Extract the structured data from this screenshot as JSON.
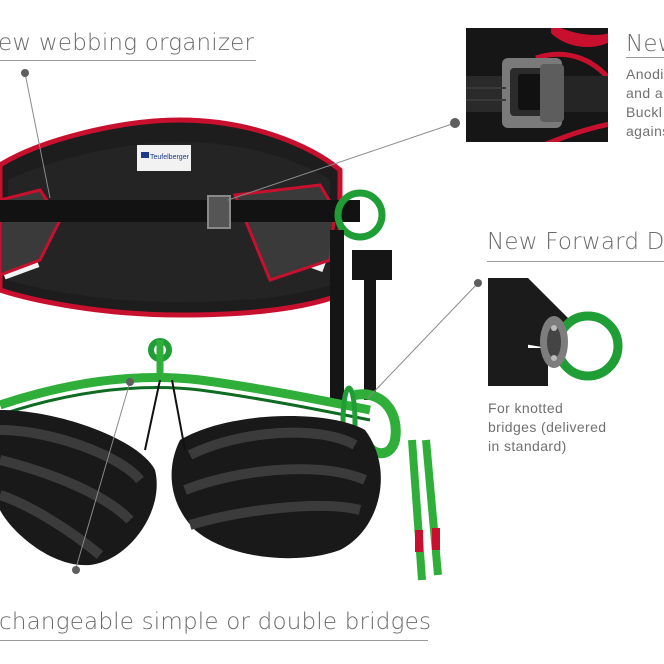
{
  "labels": {
    "top_left_heading": "ew webbing organizer",
    "top_right_heading": "New",
    "top_right_body": "Anodi\nand a\nBuckl\nagains",
    "forward_heading": "New Forward D",
    "forward_body": "For knotted\nbridges (delivered\nin standard)",
    "bottom_heading": "changeable simple or double bridges"
  },
  "brand": {
    "patch_text": "Teufelberger"
  },
  "icons": [
    "callout-dot-icon"
  ],
  "colors": {
    "harness_black": "#1b1b1b",
    "trim_red": "#c8102e",
    "rope_green": "#2fae3a",
    "ring_green": "#1f9e35",
    "text_grey": "#6a6a6a",
    "rule_grey": "#9a9a9a"
  }
}
